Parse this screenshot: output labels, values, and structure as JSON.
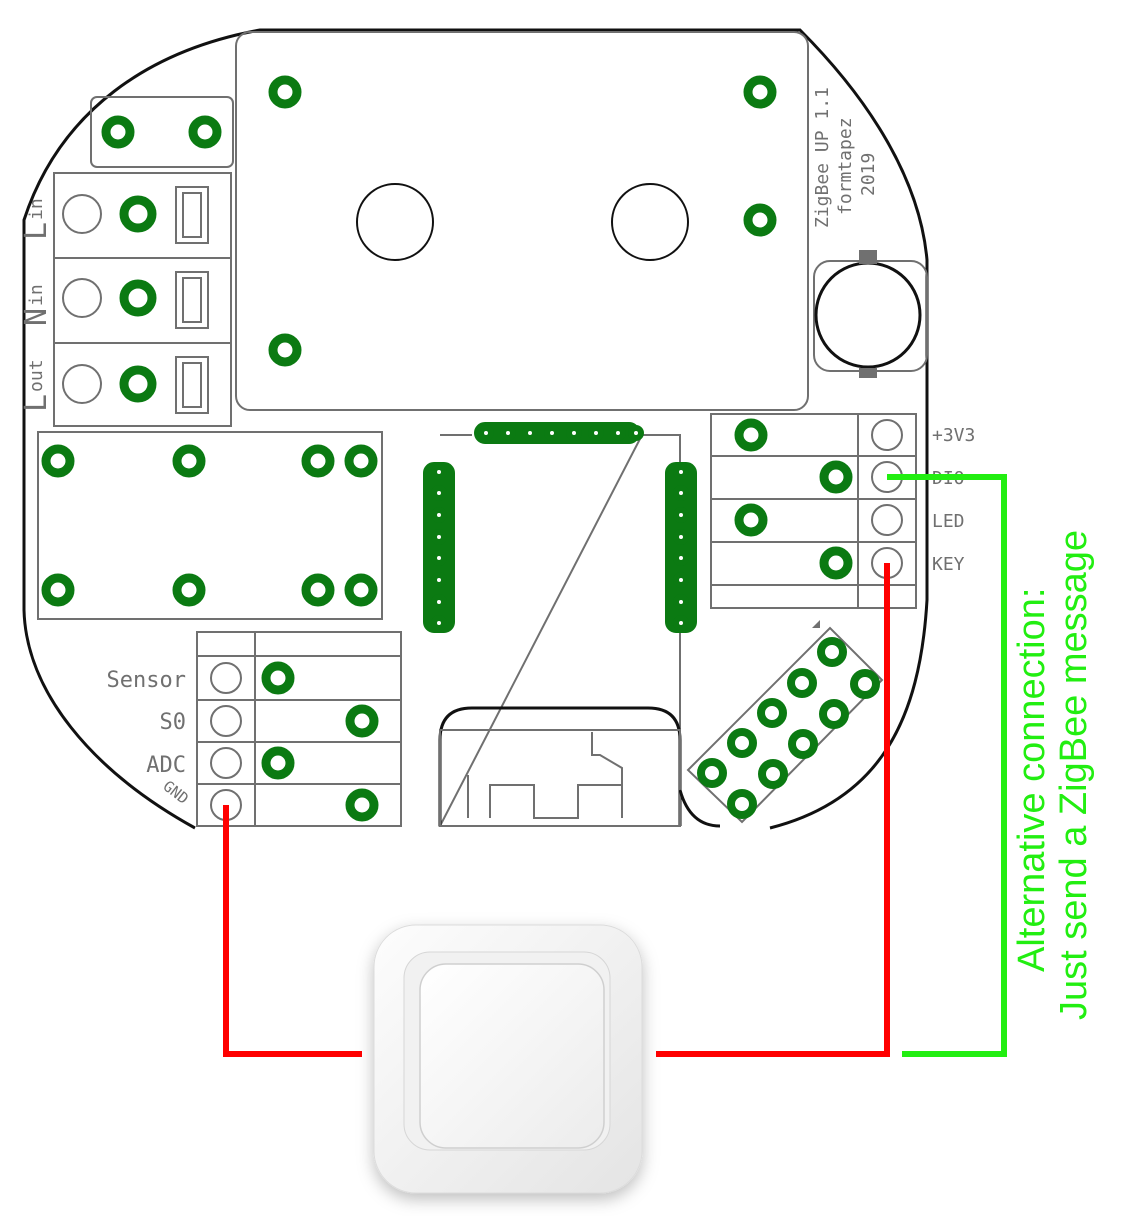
{
  "board": {
    "title": "ZigBee UP 1.1",
    "author": "formtapez",
    "year": "2019"
  },
  "terminals": {
    "l_in": {
      "main": "L",
      "sub": "in"
    },
    "n_in": {
      "main": "N",
      "sub": "in"
    },
    "l_out": {
      "main": "L",
      "sub": "out"
    }
  },
  "right_header": {
    "pin1": "+3V3",
    "pin2": "DIO",
    "pin3": "LED",
    "pin4": "KEY"
  },
  "left_header": {
    "pin1": "Sensor",
    "pin2": "S0",
    "pin3": "ADC",
    "pin4": "GND"
  },
  "annotation": {
    "line1": "Alternative connection:",
    "line2": "Just send a ZigBee message"
  },
  "colors": {
    "pad": "#0b7a12",
    "outline": "#111111",
    "silk": "#707070",
    "wire_main": "#ff0000",
    "wire_alt": "#22ee11"
  }
}
